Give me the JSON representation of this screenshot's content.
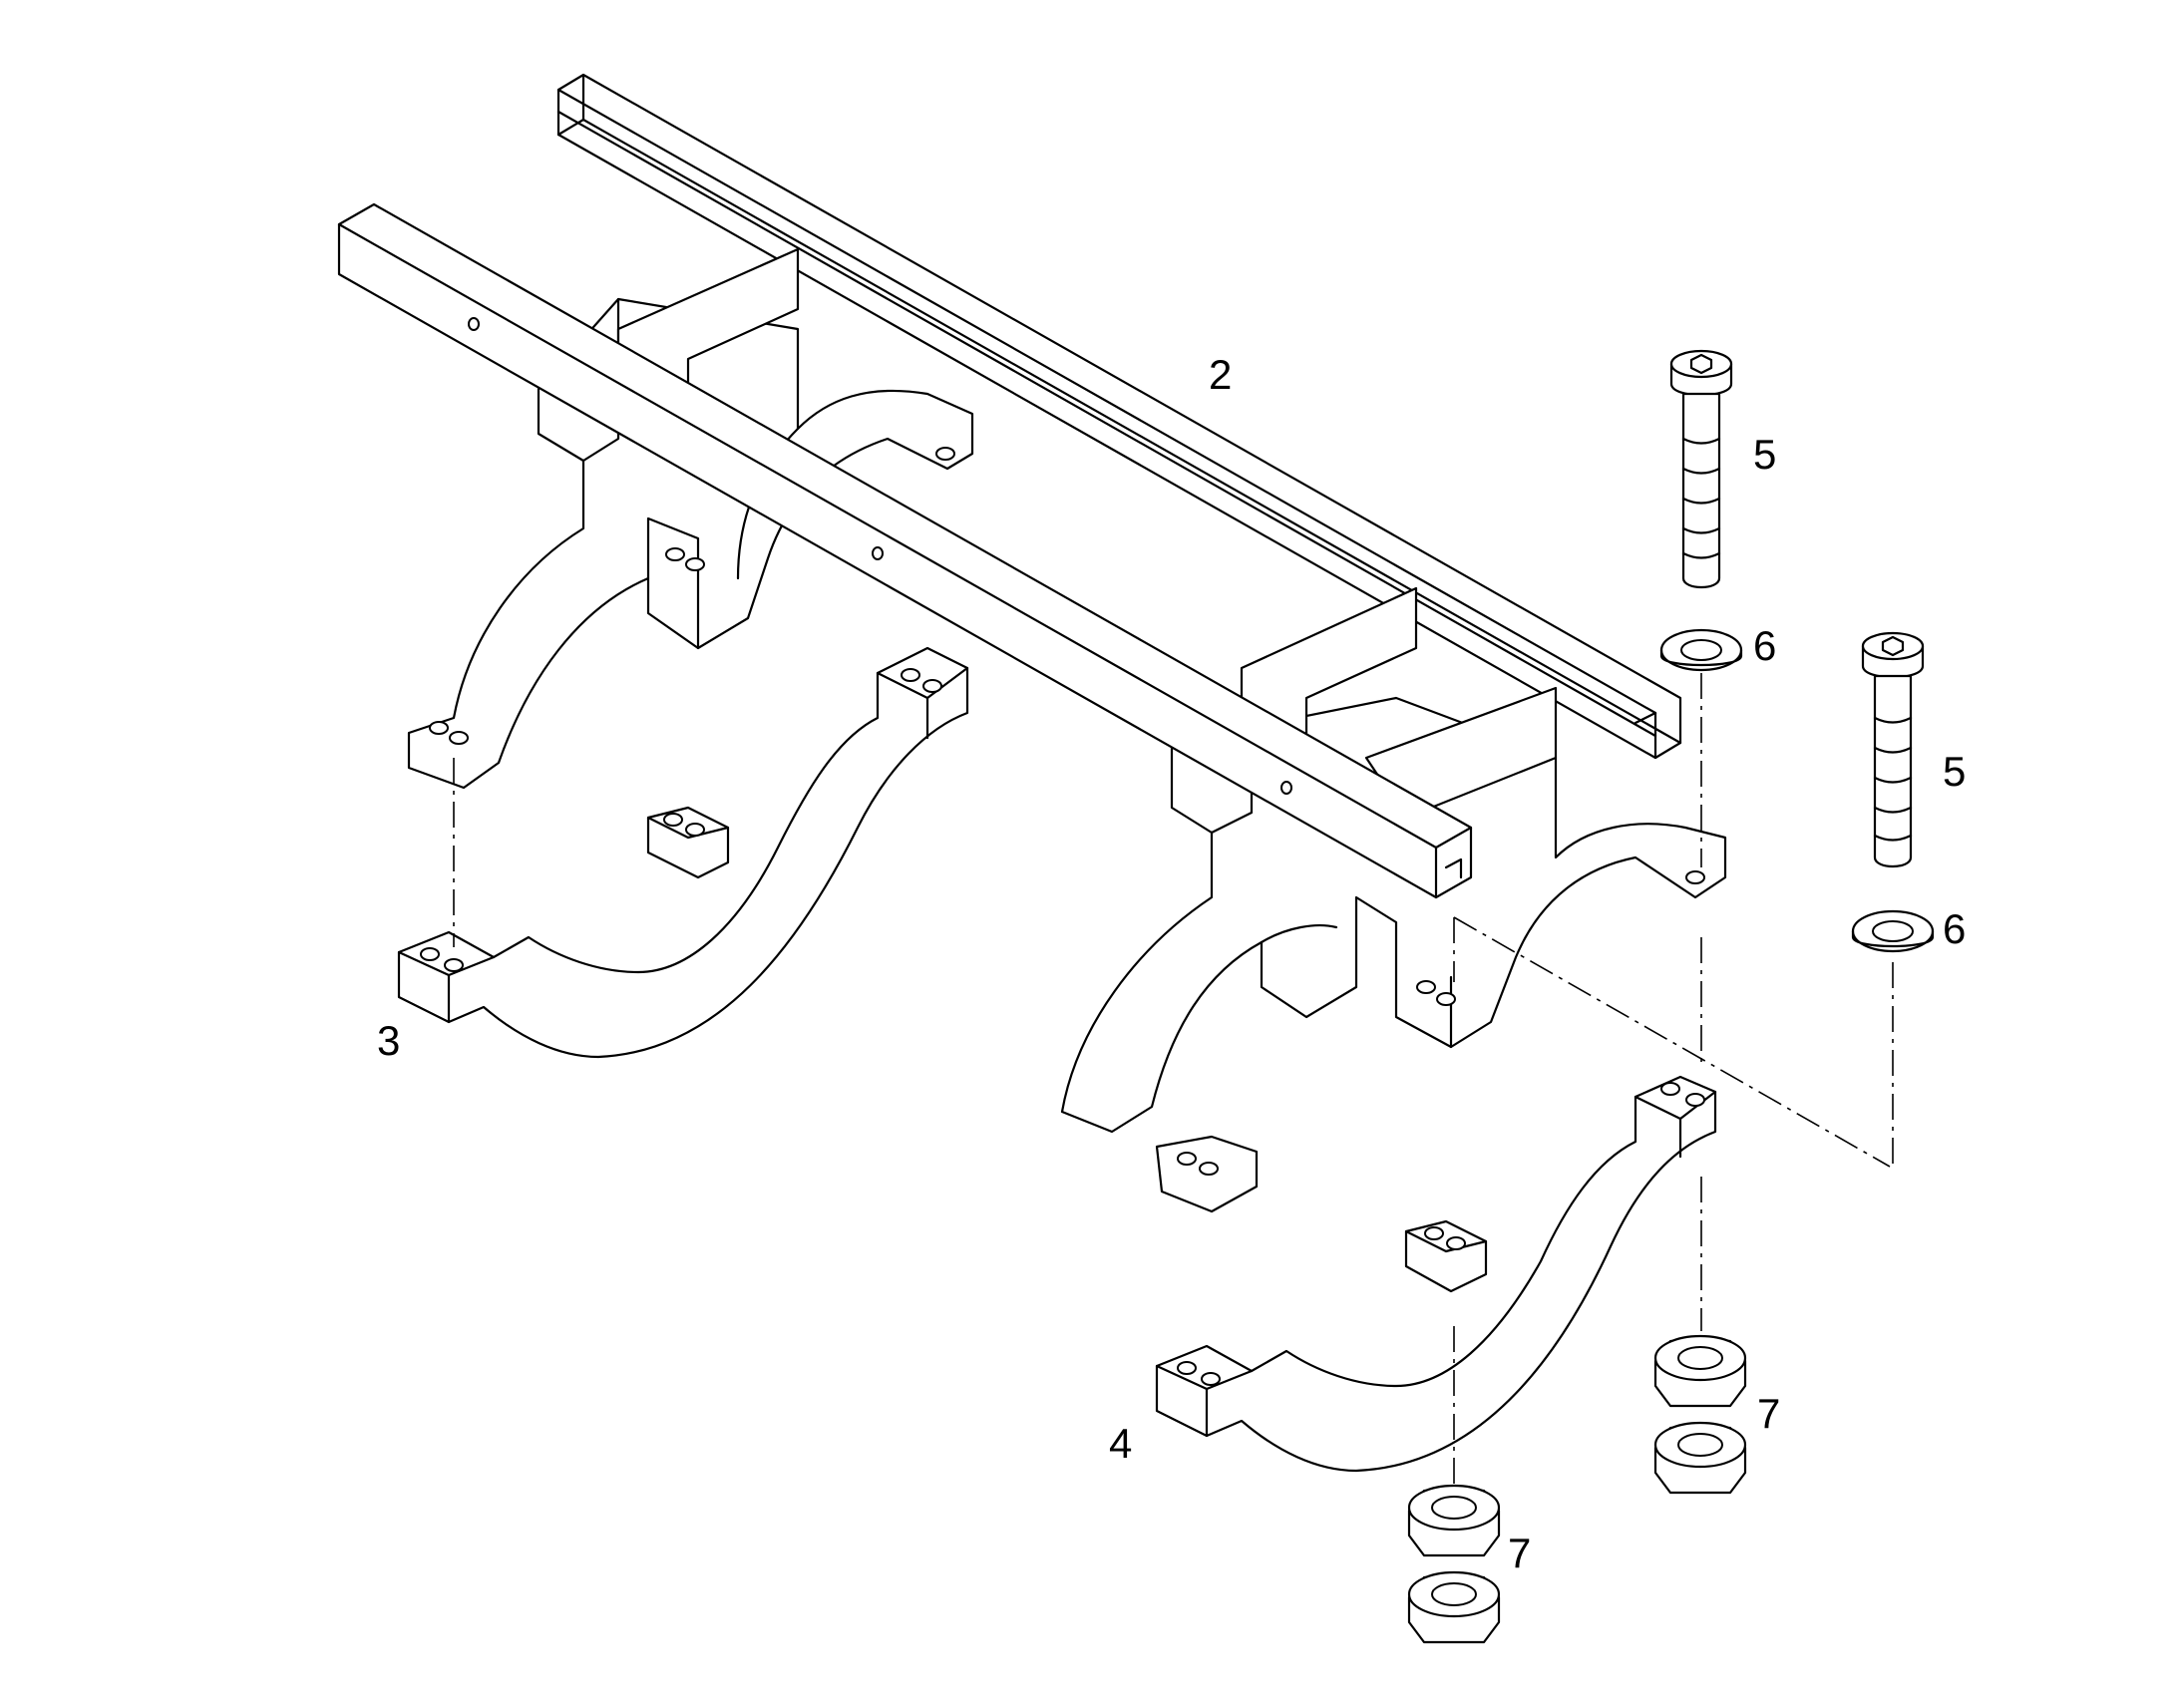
{
  "callouts": {
    "c2": "2",
    "c3": "3",
    "c4": "4",
    "c5a": "5",
    "c5b": "5",
    "c6a": "6",
    "c6b": "6",
    "c7a": "7",
    "c7b": "7"
  },
  "colors": {
    "line": "#000000",
    "background": "#ffffff"
  }
}
